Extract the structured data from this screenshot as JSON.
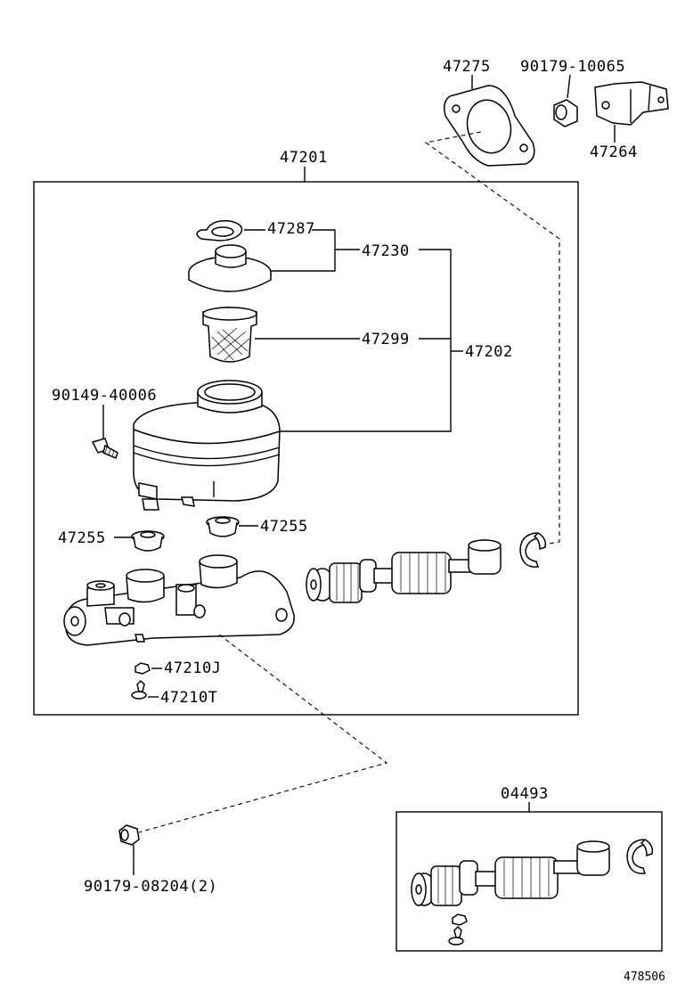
{
  "labels": {
    "p47275": "47275",
    "p90179_10065": "90179-10065",
    "p47264": "47264",
    "p47201": "47201",
    "p47287": "47287",
    "p47230": "47230",
    "p47299": "47299",
    "p47202": "47202",
    "p90149_40006": "90149-40006",
    "p47255_left": "47255",
    "p47255_right": "47255",
    "p47210J": "47210J",
    "p47210T": "47210T",
    "p04493": "04493",
    "p90179_08204": "90179-08204(2)",
    "figure_id": "478506"
  }
}
